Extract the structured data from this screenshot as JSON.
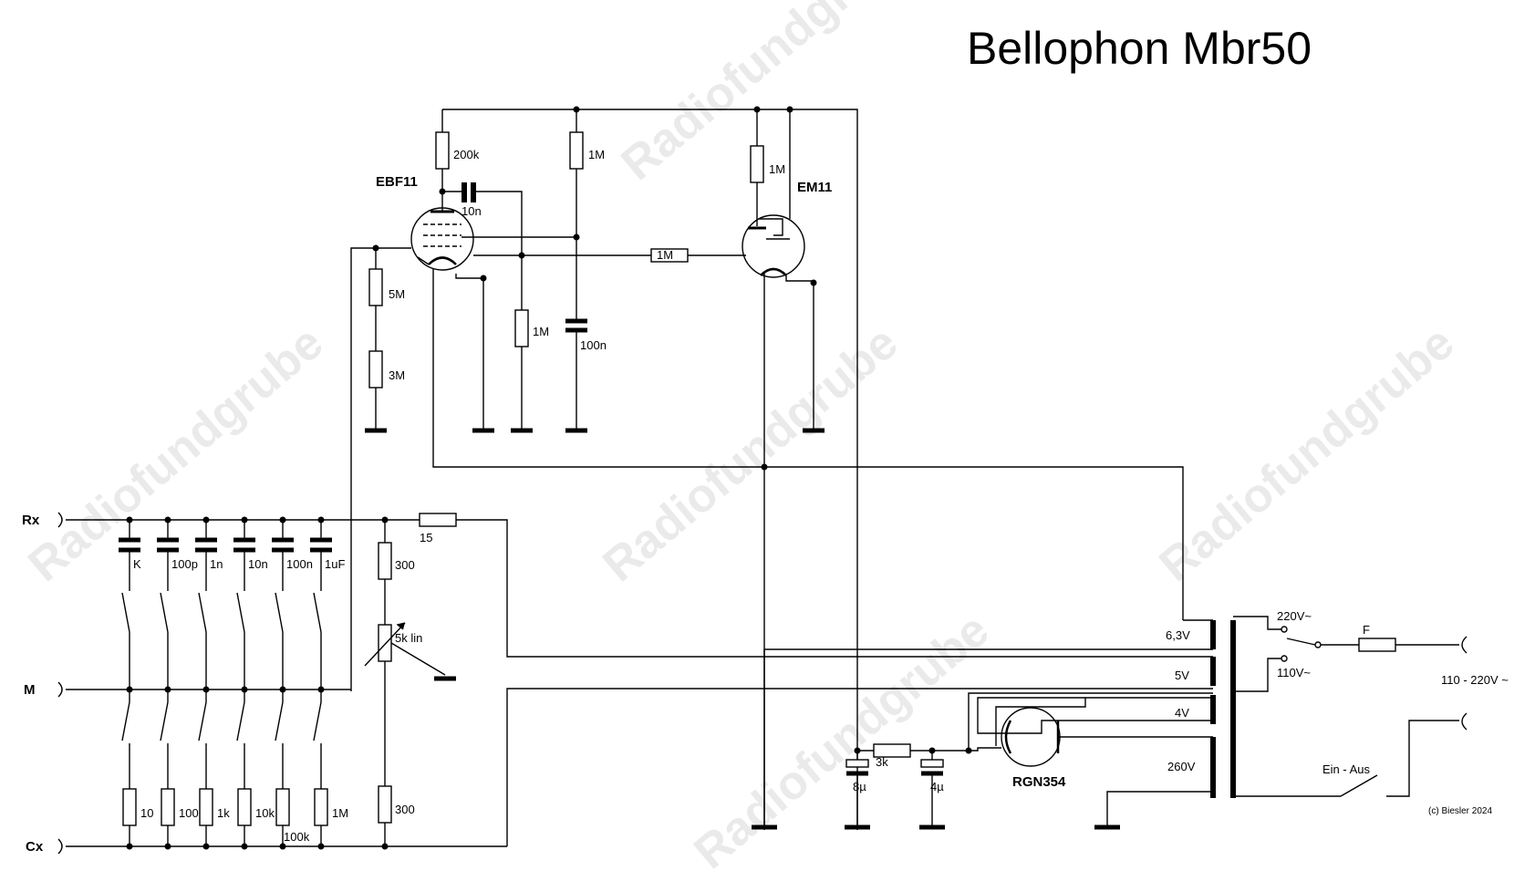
{
  "title": "Bellophon Mbr50",
  "watermark": "Radiofundgrube",
  "copyright": "(c) Biesler 2024",
  "terminals": {
    "rx": "Rx",
    "m": "M",
    "cx": "Cx",
    "mains": "110 - 220V ~"
  },
  "tubes": {
    "ebf11": "EBF11",
    "em11": "EM11",
    "rgn354": "RGN354"
  },
  "components": {
    "r_200k": "200k",
    "c_10n_top": "10n",
    "r_1m_a": "1M",
    "r_1m_b": "1M",
    "r_5m": "5M",
    "r_3m": "3M",
    "r_1m_c": "1M",
    "c_100n_top": "100n",
    "r_1m_mid": "1M",
    "r_15": "15",
    "r_300_a": "300",
    "pot": "5k lin",
    "r_300_b": "300",
    "r_3k": "3k",
    "c_8u": "8µ",
    "c_4u": "4µ",
    "fuse": "F"
  },
  "range_caps": [
    "K",
    "100p",
    "1n",
    "10n",
    "100n",
    "1uF"
  ],
  "range_resistors": [
    "10",
    "100",
    "1k",
    "10k",
    "100k",
    "1M"
  ],
  "transformer": {
    "w1": "6,3V",
    "w2": "5V",
    "w3": "4V",
    "w4": "260V"
  },
  "mains_switch": {
    "v220": "220V~",
    "v110": "110V~",
    "power": "Ein - Aus"
  }
}
